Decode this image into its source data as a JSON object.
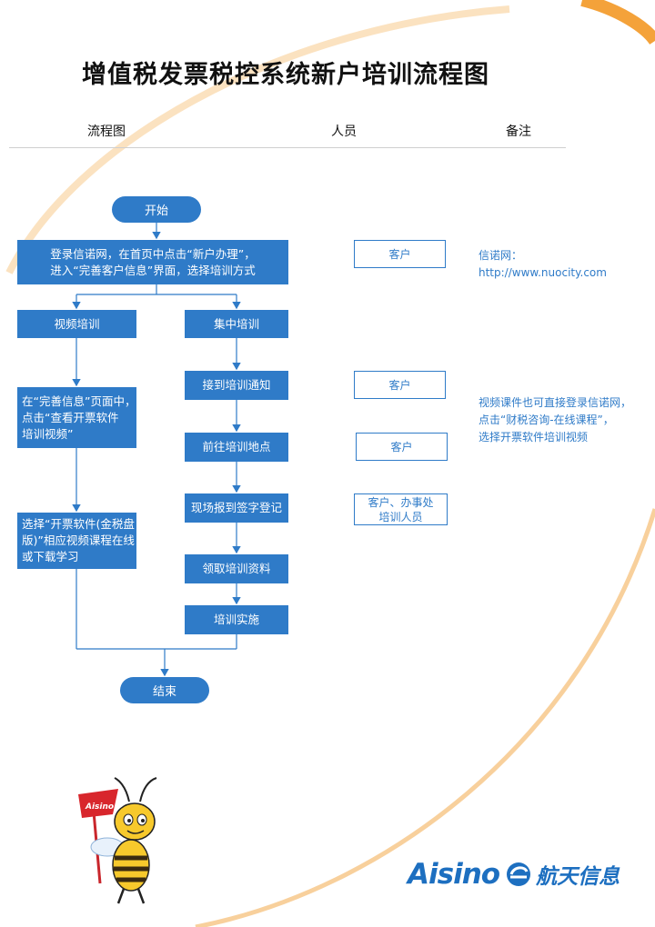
{
  "title": "增值税发票税控系统新户培训流程图",
  "headers": {
    "flow": "流程图",
    "person": "人员",
    "note": "备注"
  },
  "flow": {
    "start": "开始",
    "login": "登录信诺网，在首页中点击“新户办理”，\n进入“完善客户信息”界面，选择培训方式",
    "video_training": "视频培训",
    "central_training": "集中培训",
    "video_step1": "在“完善信息”页面中，\n点击“查看开票软件\n培训视频”",
    "video_step2": "选择“开票软件(金税盘\n版)”相应视频课程在线\n或下载学习",
    "notify": "接到培训通知",
    "go_site": "前往培训地点",
    "register": "现场报到签字登记",
    "materials": "领取培训资料",
    "implement": "培训实施",
    "end": "结束"
  },
  "persons": {
    "p1": "客户",
    "p2": "客户",
    "p3": "客户",
    "p4": "客户、办事处\n培训人员"
  },
  "notes": {
    "n1": "信诺网：\nhttp://www.nuocity.com",
    "n2": "视频课件也可直接登录信诺网，\n点击“财税咨询-在线课程”，\n选择开票软件培训视频"
  },
  "logo": {
    "brand_en": "Aisino",
    "brand_cn": "航天信息",
    "flag_text": "Aisino"
  },
  "colors": {
    "primary": "#2f7bc8",
    "arc": "#f4a23a"
  }
}
